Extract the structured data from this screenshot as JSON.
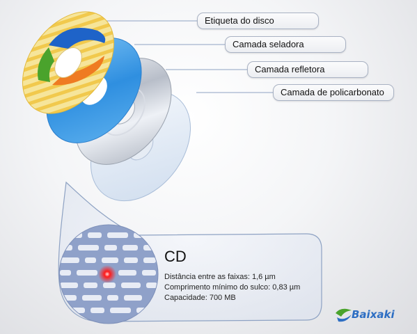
{
  "layers": {
    "label": "Etiqueta do disco",
    "sealer": "Camada seladora",
    "reflective": "Camada refletora",
    "polycarbonate": "Camada de policarbonato"
  },
  "info": {
    "title": "CD",
    "track_pitch": "Distância entre as faixas: 1,6 µm",
    "min_pit_length": "Comprimento mínimo do sulco: 0,83 µm",
    "capacity": "Capacidade: 700 MB"
  },
  "brand": {
    "name": "Baixaki"
  },
  "colors": {
    "label_stripe_yellow": "#f3d66a",
    "label_blue": "#1e63c8",
    "label_green": "#4aa32c",
    "label_orange": "#ef7b22",
    "sealer_blue": "#3f9be3",
    "reflective_silver": "#c9ced8",
    "polycarbonate": "#dfe8f3",
    "laser_red": "#ff1a1a",
    "connector_line": "#8ea2c3",
    "brand_blue": "#2d6ec3"
  },
  "icons": [
    "baixaki-logo-icon",
    "laser-spot-icon"
  ]
}
